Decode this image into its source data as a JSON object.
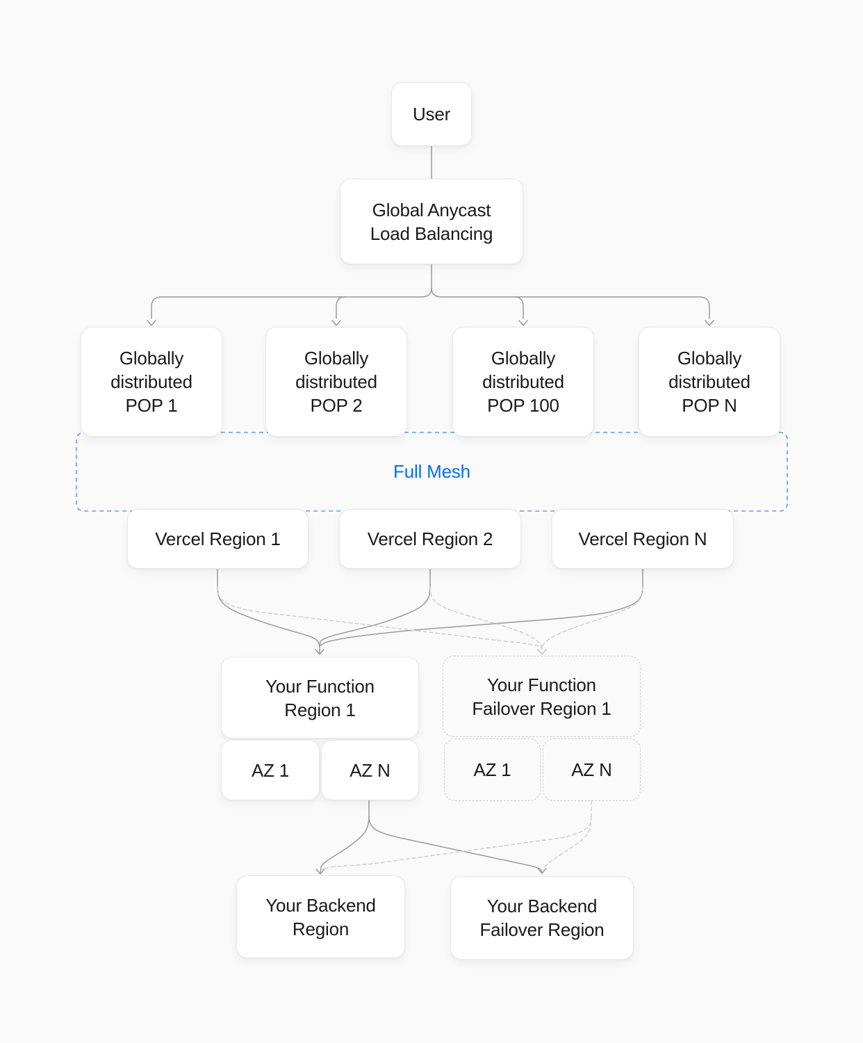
{
  "diagram": {
    "nodes": {
      "user": {
        "lines": [
          "User"
        ]
      },
      "anycast": {
        "lines": [
          "Global Anycast",
          "Load Balancing"
        ]
      },
      "pop1": {
        "lines": [
          "Globally",
          "distributed",
          "POP 1"
        ]
      },
      "pop2": {
        "lines": [
          "Globally",
          "distributed",
          "POP 2"
        ]
      },
      "pop100": {
        "lines": [
          "Globally",
          "distributed",
          "POP 100"
        ]
      },
      "popN": {
        "lines": [
          "Globally",
          "distributed",
          "POP N"
        ]
      },
      "full_mesh": {
        "label": "Full Mesh"
      },
      "vercel_region_1": {
        "lines": [
          "Vercel Region 1"
        ]
      },
      "vercel_region_2": {
        "lines": [
          "Vercel Region 2"
        ]
      },
      "vercel_region_n": {
        "lines": [
          "Vercel Region N"
        ]
      },
      "function_region": {
        "lines": [
          "Your Function",
          "Region 1"
        ]
      },
      "function_failover": {
        "lines": [
          "Your Function",
          "Failover Region 1"
        ]
      },
      "az1_primary": {
        "lines": [
          "AZ 1"
        ]
      },
      "azn_primary": {
        "lines": [
          "AZ N"
        ]
      },
      "az1_failover": {
        "lines": [
          "AZ 1"
        ]
      },
      "azn_failover": {
        "lines": [
          "AZ N"
        ]
      },
      "backend_region": {
        "lines": [
          "Your Backend",
          "Region"
        ]
      },
      "backend_failover": {
        "lines": [
          "Your Backend",
          "Failover Region"
        ]
      }
    },
    "colors": {
      "background": "#fafafa",
      "box_fill": "#ffffff",
      "box_border": "#e9e9e9",
      "dashed_box_border": "#cfcfcf",
      "text": "#1a1a1a",
      "accent_blue": "#0070f3",
      "mesh_dash_blue": "#58a1f6",
      "line_gray": "#9a9a9a",
      "line_dashed_gray": "#cdcdcd"
    }
  }
}
